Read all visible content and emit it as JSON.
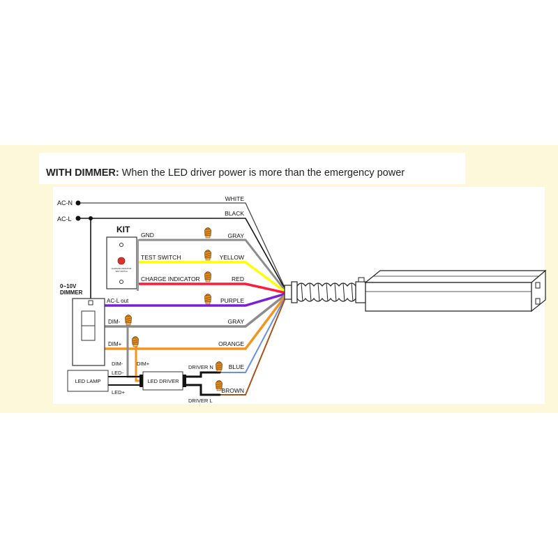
{
  "header": {
    "title_bold": "WITH DIMMER:",
    "title_rest": " When the LED driver power is more than the emergency power"
  },
  "diagram": {
    "inputs": {
      "ac_n": "AC-N",
      "ac_l": "AC-L"
    },
    "kit": {
      "title": "KIT",
      "gnd": "GND",
      "test_switch": "TEST SWITCH",
      "charge_indicator": "CHARGE INDICATOR",
      "plate_caption_1": "CHARGING INDICATOR",
      "plate_caption_2": "TEST SWITCH"
    },
    "dimmer": {
      "title_1": "0~10V",
      "title_2": "DIMMER",
      "acl_out": "AC-L out",
      "dim_minus": "DIM-",
      "dim_plus": "DIM+"
    },
    "led_driver": {
      "label": "LED DRIVER",
      "dim_minus": "DIM-",
      "dim_plus": "DIM+",
      "led_minus": "LED-",
      "led_plus": "LED+",
      "driver_n": "DRIVER N",
      "driver_l": "DRIVER L"
    },
    "led_lamp": {
      "label": "LED LAMP"
    },
    "wires": [
      {
        "name": "WHITE",
        "color": "#ffffff"
      },
      {
        "name": "BLACK",
        "color": "#000000"
      },
      {
        "name": "GRAY",
        "color": "#8c8c8c"
      },
      {
        "name": "YELLOW",
        "color": "#ffff00"
      },
      {
        "name": "RED",
        "color": "#ff1a3c"
      },
      {
        "name": "PURPLE",
        "color": "#7a1fd6"
      },
      {
        "name": "GRAY",
        "color": "#8c8c8c"
      },
      {
        "name": "ORANGE",
        "color": "#f5931f"
      },
      {
        "name": "BLUE",
        "color": "#6a8ee0"
      },
      {
        "name": "BROWN",
        "color": "#a8521a"
      }
    ]
  }
}
